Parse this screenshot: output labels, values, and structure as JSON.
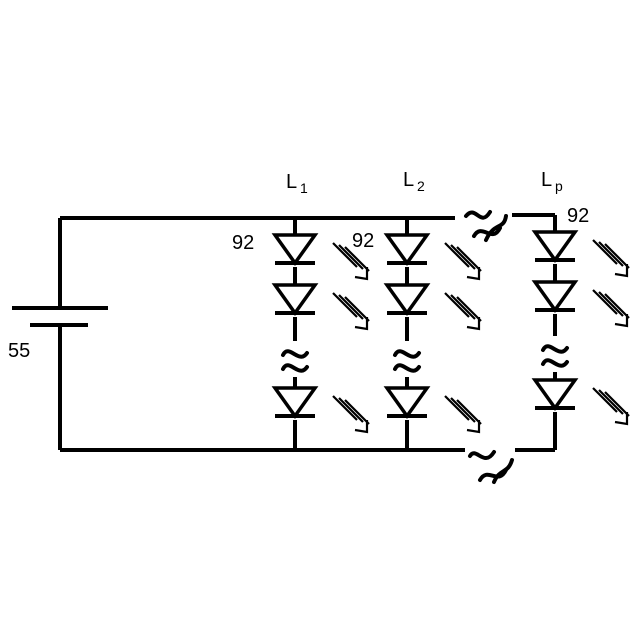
{
  "power_source": {
    "ref": "55"
  },
  "strings": [
    {
      "name": "L",
      "subscript": "1",
      "led_ref": "92"
    },
    {
      "name": "L",
      "subscript": "2",
      "led_ref": "92"
    },
    {
      "name": "L",
      "subscript": "p",
      "led_ref": "92"
    }
  ]
}
